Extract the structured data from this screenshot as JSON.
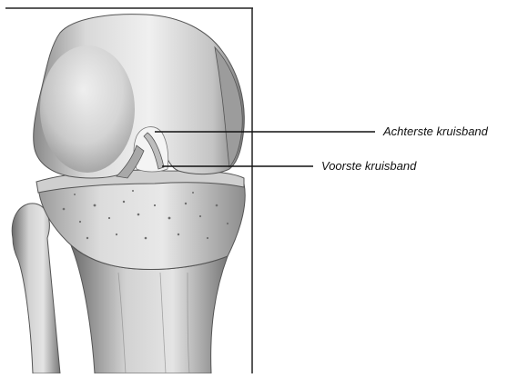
{
  "labels": {
    "posterior_cruciate": "Achterste kruisband",
    "anterior_cruciate": "Voorste kruisband"
  },
  "illustration": {
    "subject": "knee-joint",
    "style": "grayscale-engraving"
  },
  "colors": {
    "background": "#ffffff",
    "ink": "#111111",
    "bone_light": "#e6e6e6",
    "bone_mid": "#bdbdbd",
    "bone_dark": "#6e6e6e"
  }
}
